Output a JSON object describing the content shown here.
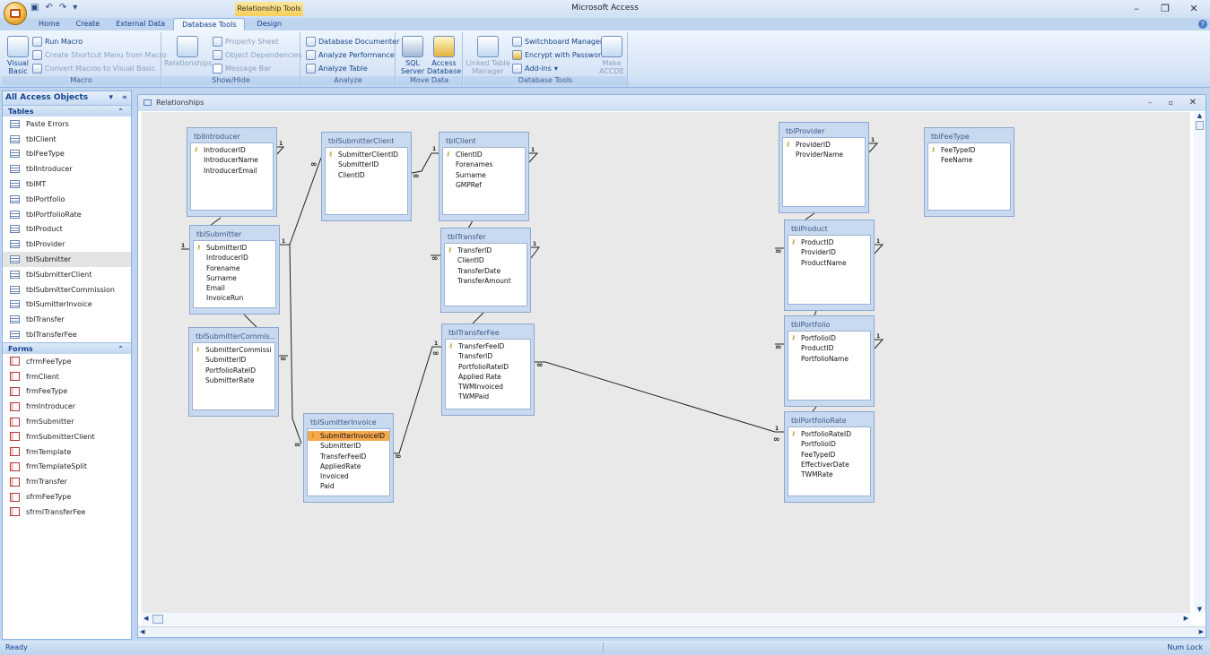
{
  "window": {
    "title": "Microsoft Access",
    "context_tab_title": "Relationship Tools"
  },
  "ribbon_tabs": [
    "Home",
    "Create",
    "External Data",
    "Database Tools",
    "Design"
  ],
  "ribbon": {
    "macro": {
      "label": "Macro",
      "visual_basic": "Visual Basic",
      "run_macro": "Run Macro",
      "create_shortcut": "Create Shortcut Menu from Macro",
      "convert_macros": "Convert Macros to Visual Basic"
    },
    "showhide": {
      "label": "Show/Hide",
      "relationships": "Relationships",
      "property_sheet": "Property Sheet",
      "object_dependencies": "Object Dependencies",
      "message_bar": "Message Bar"
    },
    "analyze": {
      "label": "Analyze",
      "documenter": "Database Documenter",
      "performance": "Analyze Performance",
      "table": "Analyze Table"
    },
    "move_data": {
      "label": "Move Data",
      "sql_server": "SQL Server",
      "access_database": "Access Database"
    },
    "db_tools": {
      "label": "Database Tools",
      "linked_table_manager": "Linked Table Manager",
      "switchboard": "Switchboard Manager",
      "encrypt": "Encrypt with Password",
      "addins": "Add-ins",
      "make_accde": "Make ACCDE"
    }
  },
  "nav": {
    "header": "All Access Objects",
    "tables_label": "Tables",
    "tables": [
      "Paste Errors",
      "tblClient",
      "tblFeeType",
      "tblIntroducer",
      "tblMT",
      "tblPortfolio",
      "tblPortfolioRate",
      "tblProduct",
      "tblProvider",
      "tblSubmitter",
      "tblSubmitterClient",
      "tblSubmitterCommission",
      "tblSumitterInvoice",
      "tblTransfer",
      "tblTransferFee"
    ],
    "forms_label": "Forms",
    "forms": [
      "cfrmFeeType",
      "frmClient",
      "frmFeeType",
      "frmIntroducer",
      "frmSubmitter",
      "frmSubmitterClient",
      "frmTemplate",
      "frmTemplateSplit",
      "frmTransfer",
      "sfrmFeeType",
      "sfrmlTransferFee"
    ]
  },
  "doc": {
    "title": "Relationships"
  },
  "tables": {
    "introducer": {
      "name": "tblIntroducer",
      "fields": [
        "IntroducerID",
        "IntroducerName",
        "IntroducerEmail"
      ]
    },
    "submitter": {
      "name": "tblSubmitter",
      "fields": [
        "SubmitterID",
        "IntroducerID",
        "Forename",
        "Surname",
        "Email",
        "InvoiceRun"
      ]
    },
    "commission": {
      "name": "tblSubmitterCommis...",
      "fields": [
        "SubmitterCommissi",
        "SubmitterID",
        "PortfolioRateID",
        "SubmitterRate"
      ]
    },
    "subclient": {
      "name": "tblSubmitterClient",
      "fields": [
        "SubmitterClientID",
        "SubmitterID",
        "ClientID"
      ]
    },
    "invoice": {
      "name": "tblSumitterInvoice",
      "fields": [
        "SubmitterInvoiceID",
        "SubmitterID",
        "TransferFeeID",
        "AppliedRate",
        "Invoiced",
        "Paid"
      ]
    },
    "client": {
      "name": "tblClient",
      "fields": [
        "ClientID",
        "Forenames",
        "Surname",
        "GMPRef"
      ]
    },
    "transfer": {
      "name": "tblTransfer",
      "fields": [
        "TransferID",
        "ClientID",
        "TransferDate",
        "TransferAmount"
      ]
    },
    "transferfee": {
      "name": "tblTransferFee",
      "fields": [
        "TransferFeeID",
        "TransferID",
        "PortfolioRateID",
        "Applied Rate",
        "TWMInvoiced",
        "TWMPaid"
      ]
    },
    "provider": {
      "name": "tblProvider",
      "fields": [
        "ProviderID",
        "ProviderName"
      ]
    },
    "product": {
      "name": "tblProduct",
      "fields": [
        "ProductID",
        "ProviderID",
        "ProductName"
      ]
    },
    "portfolio": {
      "name": "tblPortfolio",
      "fields": [
        "PortfolioID",
        "ProductID",
        "PortfolioName"
      ]
    },
    "portfoliorate": {
      "name": "tblPortfolioRate",
      "fields": [
        "PortfolioRateID",
        "PortfolioID",
        "FeeTypeID",
        "EffectiverDate",
        "TWMRate"
      ]
    },
    "feetype": {
      "name": "tblFeeType",
      "fields": [
        "FeeTypeID",
        "FeeName"
      ]
    }
  },
  "relationship_labels": {
    "one": "1",
    "many": "∞"
  },
  "status": {
    "left": "Ready",
    "right": "Num Lock"
  }
}
